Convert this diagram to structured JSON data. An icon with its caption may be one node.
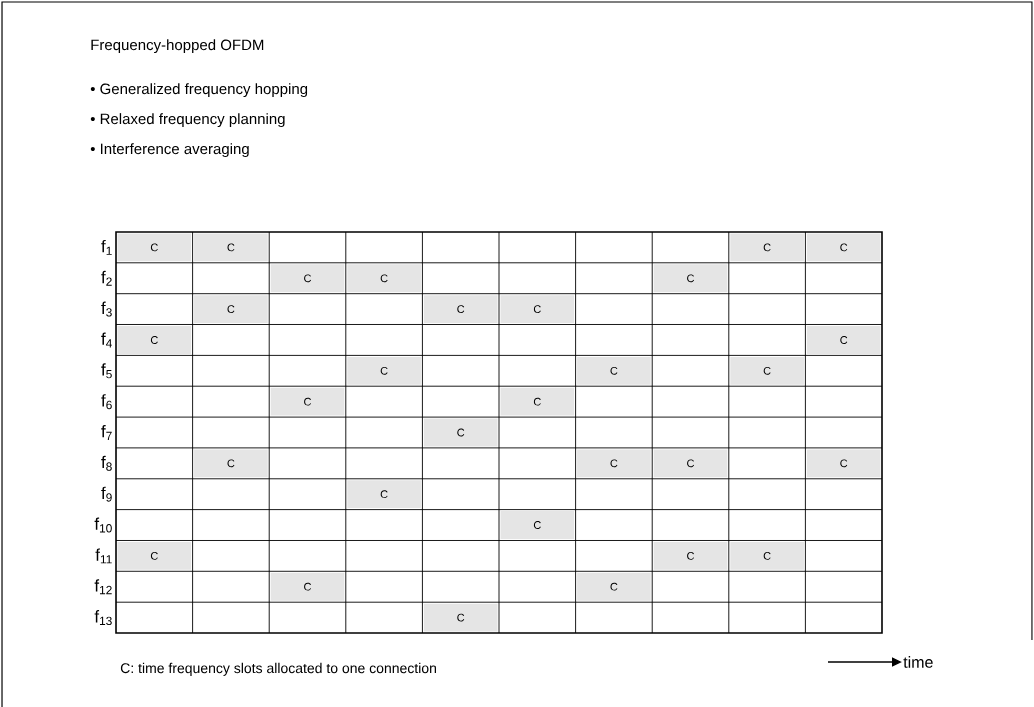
{
  "diagram": {
    "title": "Frequency-hopped OFDM",
    "labels": [
      "• Generalized frequency hopping",
      "• Relaxed frequency planning",
      "• Interference averaging",
      "f$_{1}$",
      "C",
      "C",
      "C",
      "C",
      "f$_{2}$",
      "C",
      "C",
      "C",
      "f$_{3}$",
      "C",
      "C",
      "C",
      "f$_{4}$",
      "C",
      "C",
      "f$_{5}$",
      "C",
      "C",
      "C",
      "f$_{6}$",
      "C",
      "C",
      "f$_{7}$",
      "C",
      "f$_{8}$",
      "C",
      "C",
      "C",
      "C",
      "f$_{9}$",
      "C",
      "f$_{10}$",
      "C",
      "f$_{11}$",
      "C",
      "C",
      "C",
      "f$_{12}$",
      "C",
      "C",
      "f$_{13}$",
      "C",
      "C: time frequency slots allocated to one connection",
      "time"
    ]
  }
}
